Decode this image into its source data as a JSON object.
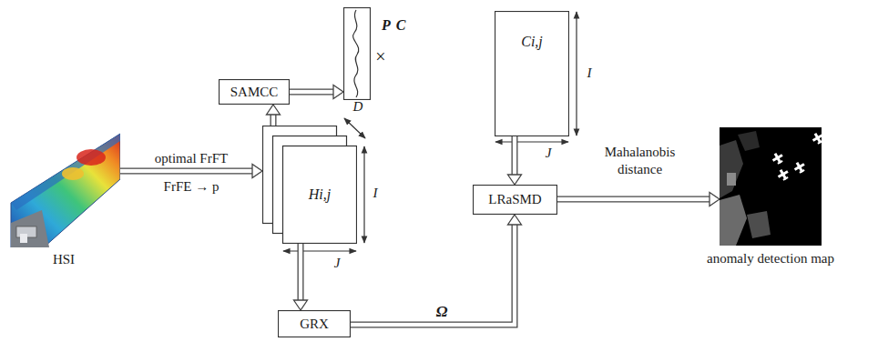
{
  "diagram": {
    "nodes": [
      {
        "text": [
          "HSI"
        ]
      },
      {
        "text": [
          "Hi,j"
        ]
      },
      {
        "text": [
          "SAMCC"
        ]
      },
      {
        "text": [
          "GRX"
        ]
      },
      {
        "text": [
          "P"
        ]
      },
      {
        "text": [
          "C",
          "Ci,j"
        ]
      },
      {
        "text": [
          "LRaSMD"
        ]
      },
      {
        "text": [
          "anomaly detection map"
        ]
      }
    ],
    "edges": [
      {
        "from": 0,
        "to": 1,
        "label": "optimal FrFT",
        "arrow": "to"
      },
      {
        "from": 1,
        "to": 2,
        "arrow": "to"
      },
      {
        "from": 2,
        "to": 4,
        "arrow": "to"
      },
      {
        "from": 5,
        "to": 6,
        "arrow": "to"
      },
      {
        "from": 1,
        "to": 3,
        "arrow": "to"
      },
      {
        "from": 3,
        "to": 6,
        "label": "Ω",
        "arrow": "to"
      },
      {
        "from": 6,
        "to": 7,
        "label": "Mahalanobis distance",
        "arrow": "to"
      }
    ],
    "labels": [
      "FrFE → p",
      "D",
      "I",
      "J",
      "×",
      "I",
      "J"
    ]
  }
}
